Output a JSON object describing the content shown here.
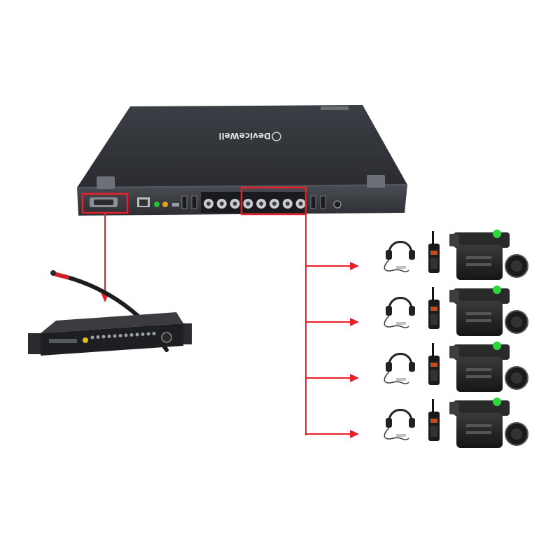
{
  "device": {
    "brand_logo_text": "DeviceWell",
    "vga_port_label": "",
    "bnc_ports_count": 8
  },
  "diagram": {
    "connection_color": "#e8202a",
    "branches": 4,
    "endpoints": [
      "headset",
      "walkie-talkie",
      "camcorder"
    ]
  },
  "colors": {
    "device_body": "#2f3238",
    "device_panel": "#1c1e22",
    "highlight": "#e8202a",
    "camera_tally": "#2bd63a"
  }
}
